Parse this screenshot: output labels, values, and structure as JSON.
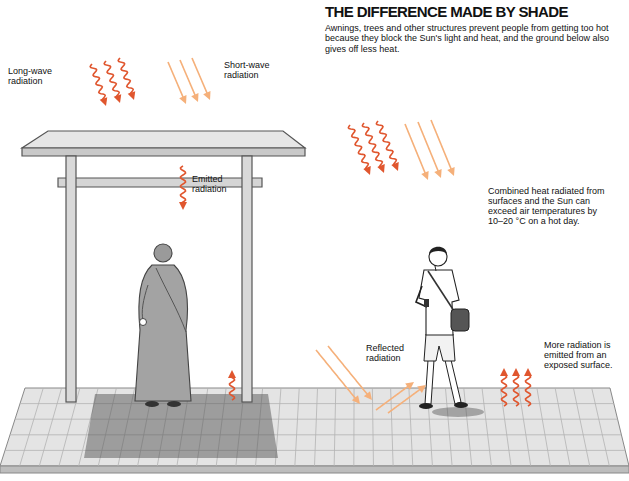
{
  "diagram": {
    "title": "THE DIFFERENCE MADE BY SHADE",
    "caption": "Awnings, trees and other structures prevent people from getting too hot because they block the Sun's light and heat, and the ground below also gives off less heat.",
    "labels": [
      "Long-wave radiation",
      "Short-wave radiation",
      "Emitted radiation",
      "Combined heat radiated from surfaces and the Sun can exceed air temperatures by 10–20 °C on a hot day.",
      "Reflected radiation",
      "More radiation is emitted from an exposed surface."
    ]
  }
}
